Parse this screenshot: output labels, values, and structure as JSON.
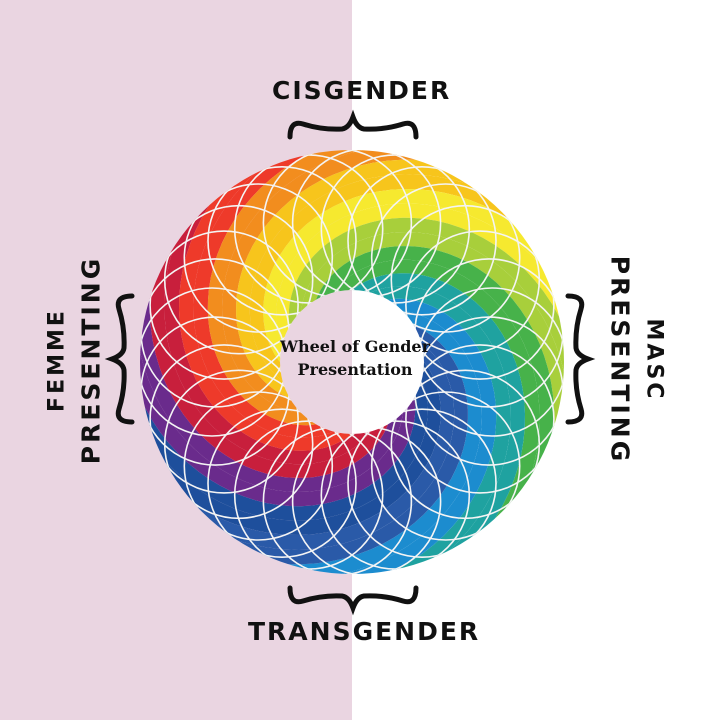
{
  "colors": {
    "left_background": "#ead5e1",
    "right_background": "#ffffff",
    "line": "#f4f4f4",
    "spectrum": [
      "#1e4f9c",
      "#6a2b8c",
      "#c81f3c",
      "#ee3a2a",
      "#f28d1e",
      "#f7c51c",
      "#f6e92f",
      "#a8cf3b",
      "#47b24a",
      "#1fa2a0",
      "#1c8ccf",
      "#2a5aa8"
    ]
  },
  "labels": {
    "top": "CISGENDER",
    "bottom": "TRANSGENDER",
    "left_line1": "FEMME",
    "left_line2": "PRESENTING",
    "right_line1": "MASC",
    "right_line2": "PRESENTING"
  },
  "center": {
    "line1": "Wheel of Gender",
    "line2": "Presentation"
  },
  "icons": [
    "brace-top-icon",
    "brace-bottom-icon",
    "brace-left-icon",
    "brace-right-icon"
  ]
}
